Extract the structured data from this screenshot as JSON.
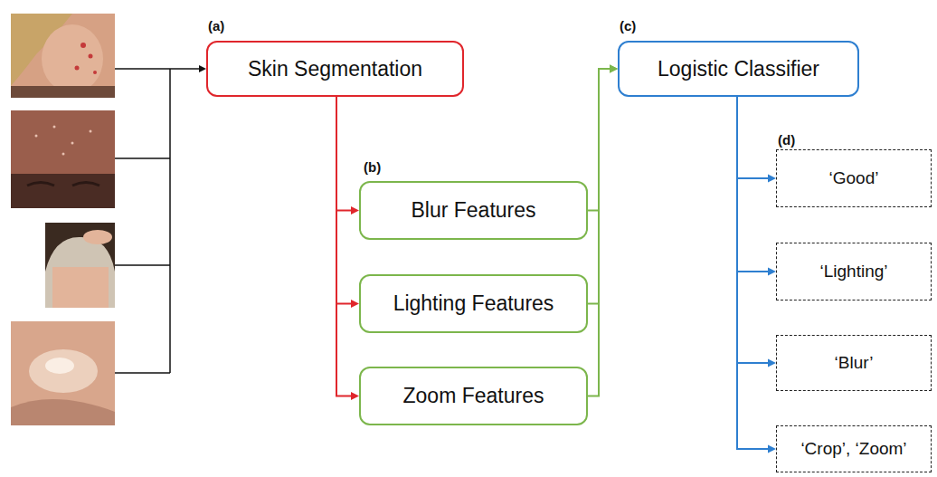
{
  "diagram": {
    "nodes": [
      {
        "text": [
          "Skin Segmentation"
        ]
      },
      {
        "text": [
          "Blur Features"
        ]
      },
      {
        "text": [
          "Lighting Features"
        ]
      },
      {
        "text": [
          "Zoom Features"
        ]
      },
      {
        "text": [
          "Logistic Classifier"
        ]
      },
      {
        "text": [
          "‘Good’"
        ]
      },
      {
        "text": [
          "‘Lighting’"
        ]
      },
      {
        "text": [
          "‘Blur’"
        ]
      },
      {
        "text": [
          "‘Crop’, ‘Zoom’"
        ]
      }
    ],
    "edges": [
      {
        "from": 0,
        "to": 1,
        "arrow": "to"
      },
      {
        "from": 0,
        "to": 2,
        "arrow": "to"
      },
      {
        "from": 0,
        "to": 3,
        "arrow": "to"
      },
      {
        "from": 1,
        "to": 4,
        "arrow": "to"
      },
      {
        "from": 2,
        "to": 4,
        "arrow": "to"
      },
      {
        "from": 3,
        "to": 4,
        "arrow": "to"
      },
      {
        "from": 4,
        "to": 5,
        "arrow": "to"
      },
      {
        "from": 4,
        "to": 6,
        "arrow": "to"
      },
      {
        "from": 4,
        "to": 7,
        "arrow": "to"
      },
      {
        "from": 4,
        "to": 8,
        "arrow": "to"
      }
    ],
    "labels": [
      "(a)",
      "(b)",
      "(c)",
      "(d)"
    ]
  }
}
